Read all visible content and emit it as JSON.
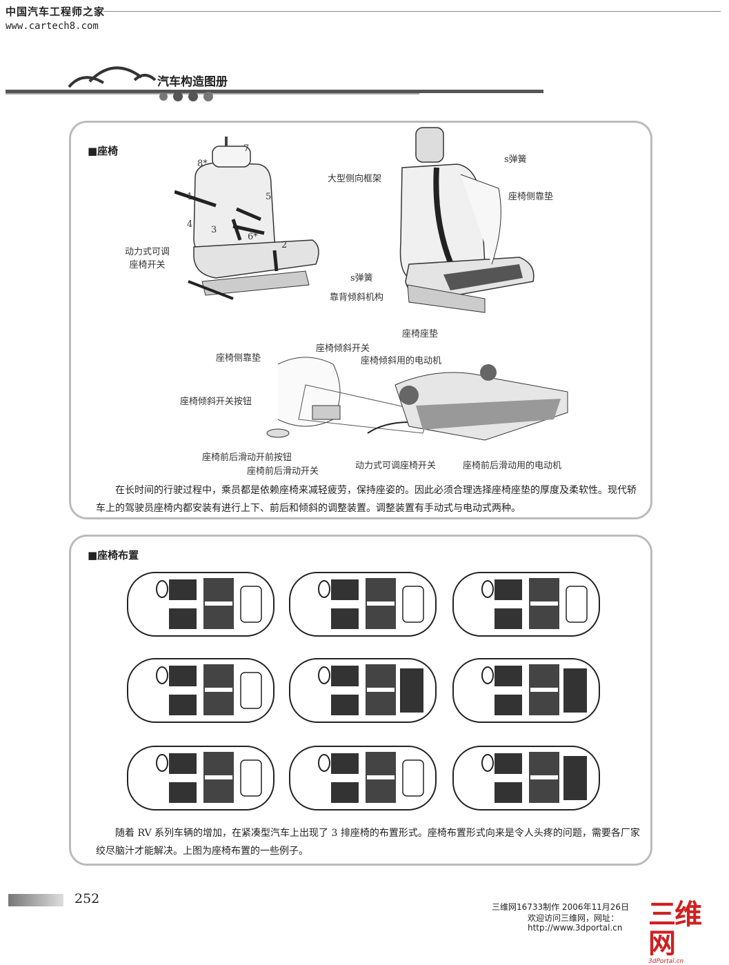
{
  "header": {
    "site_name": "中国汽车工程师之家",
    "site_url": "www.cartech8.com",
    "book_title": "汽车构造图册"
  },
  "seat_section": {
    "title": "■座椅",
    "numbers": [
      "7",
      "8*",
      "1",
      "4",
      "5",
      "3",
      "6*",
      "2"
    ],
    "labels": {
      "power_switch": "动力式可调\n座椅开关",
      "large_side_frame": "大型侧向框架",
      "s_spring_top": "s弹簧",
      "side_support": "座椅侧靠垫",
      "s_spring": "s弹簧",
      "recline_mech": "靠背倾斜机构",
      "seat_cushion": "座椅座垫",
      "side_support_2": "座椅侧靠垫",
      "tilt_switch": "座椅倾斜开关",
      "tilt_motor": "座椅倾斜用的电动机",
      "tilt_switch_button": "座椅倾斜开关按钮",
      "slide_switch_button": "座椅前后滑动开前按钮",
      "slide_switch": "座椅前后滑动开关",
      "power_seat_switch": "动力式可调座椅开关",
      "slide_motor": "座椅前后滑动用的电动机"
    },
    "paragraph": "在长时间的行驶过程中，乘员都是依赖座椅来减轻疲劳，保持座姿的。因此必须合理选择座椅座垫的厚度及柔软性。现代轿车上的驾驶员座椅内都安装有进行上下、前后和倾斜的调整装置。调整装置有手动式与电动式两种。"
  },
  "layout_section": {
    "title": "■座椅布置",
    "paragraph": "随着 RV 系列车辆的增加，在紧凑型汽车上出现了 3 排座椅的布置形式。座椅布置形式向来是令人头疼的问题，需要各厂家绞尽脑汁才能解决。上图为座椅布置的一些例子。"
  },
  "footer": {
    "page_number": "252",
    "credit_line1": "三维网16733制作 2006年11月26日",
    "credit_line2": "欢迎访问三维网，网址：",
    "credit_line3": "http://www.3dportal.cn",
    "logo_text": "三维网",
    "logo_sub": "3dPortal.cn"
  }
}
